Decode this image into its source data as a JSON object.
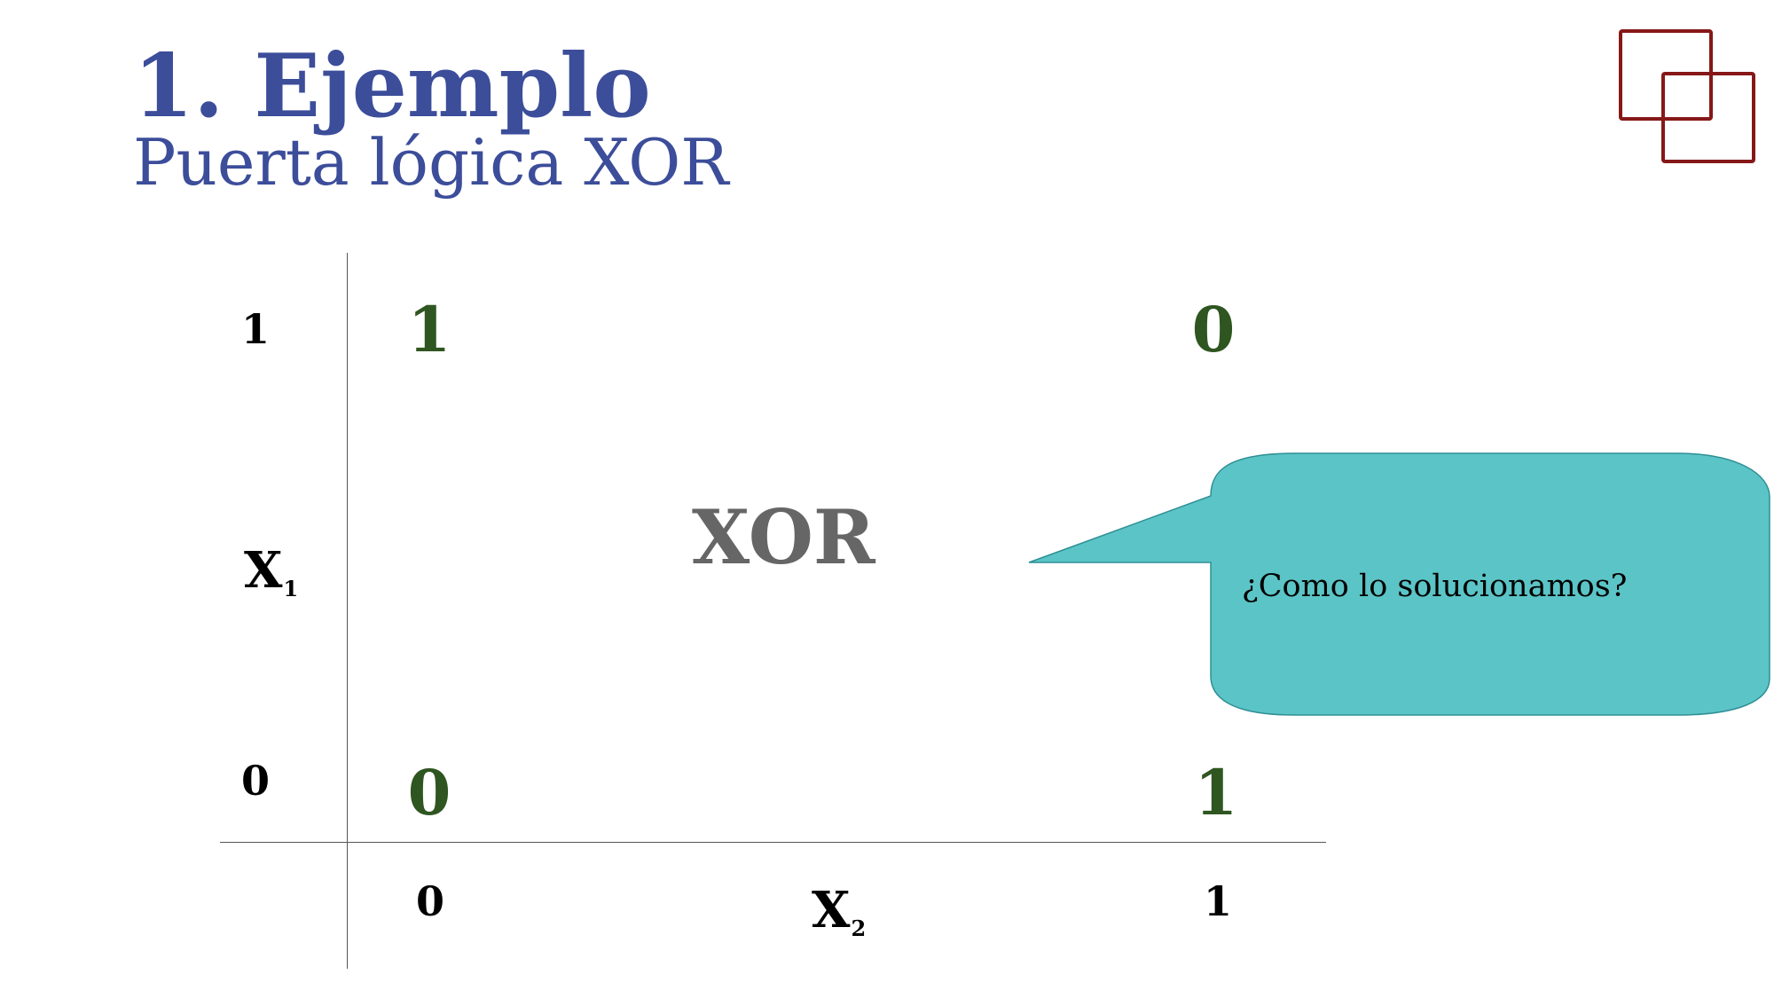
{
  "slide": {
    "title": "1. Ejemplo",
    "subtitle": "Puerta lógica XOR"
  },
  "logo": {
    "color": "#861818"
  },
  "diagram": {
    "gate_label": "XOR",
    "y_axis": {
      "name": "x",
      "sub": "1",
      "ticks": [
        "1",
        "0"
      ]
    },
    "x_axis": {
      "name": "x",
      "sub": "2",
      "ticks": [
        "0",
        "1"
      ]
    },
    "outputs": {
      "x1_1_x2_0": "1",
      "x1_1_x2_1": "0",
      "x1_0_x2_0": "0",
      "x1_0_x2_1": "1"
    },
    "output_color": "#2f5620"
  },
  "callout": {
    "text": "¿Como lo solucionamos?",
    "fill": "#5bc4c6",
    "stroke": "#2f8f95"
  }
}
